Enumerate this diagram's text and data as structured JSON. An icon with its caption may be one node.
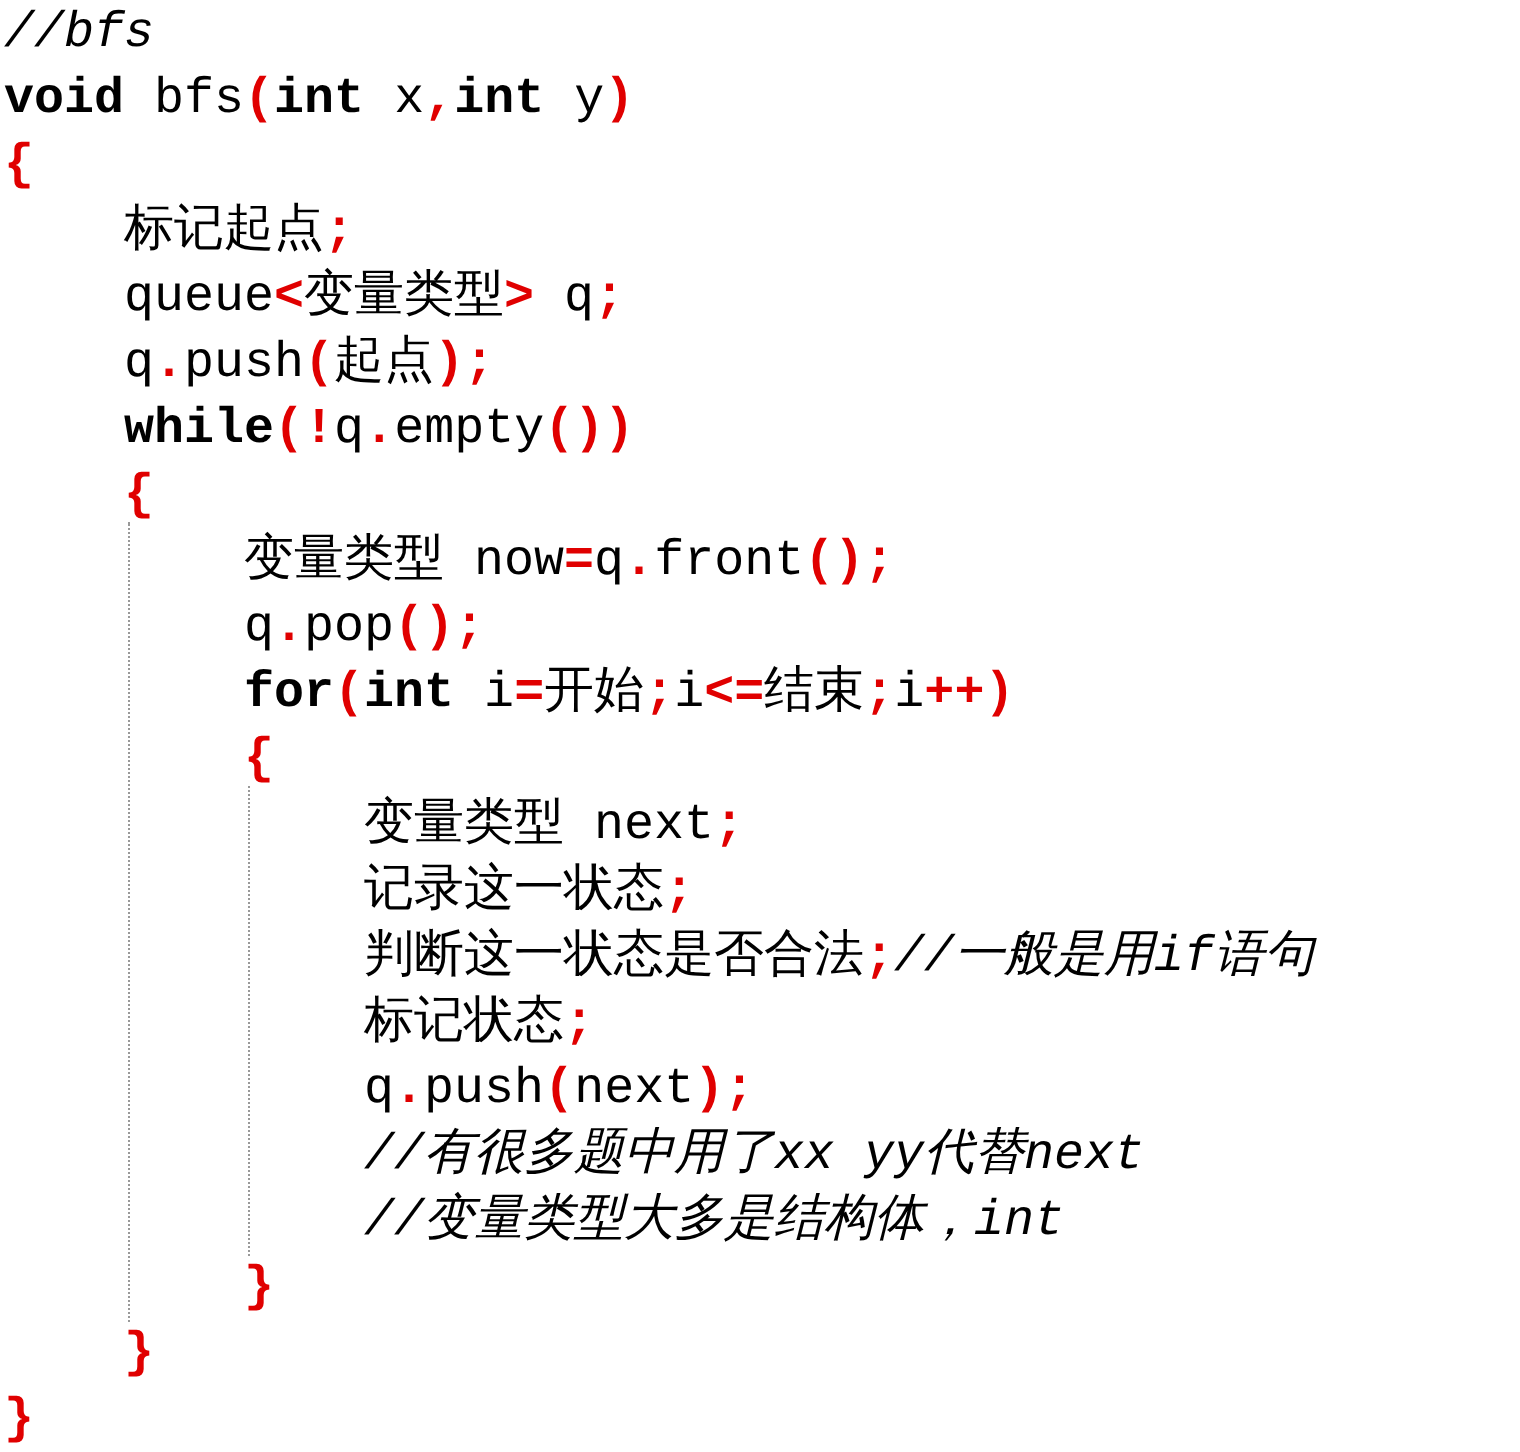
{
  "diagram": {
    "labels": [
      "*//bfs*",
      "**void** bfs(**int** x,**int** y)",
      "{",
      "标记起点;",
      "queue<变量类型> q;",
      "q.push(起点);",
      "**while**(!q.empty())",
      "{",
      "变量类型 now=q.front();",
      "q.pop();",
      "**for**(**int** i=开始;i<=结束;i++)",
      "{",
      "变量类型 next;",
      "记录这一状态;",
      "判断这一状态是否合法;*//一般是用if语句*",
      "标记状态;",
      "q.push(next);",
      "*//有很多题中用了xx yy代替next*",
      "*//变量类型大多是结构体，int*",
      "}",
      "}",
      "}"
    ]
  }
}
